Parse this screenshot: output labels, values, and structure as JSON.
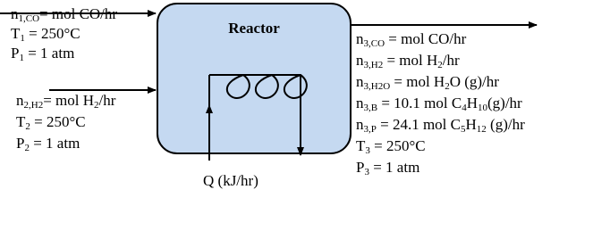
{
  "reactor": {
    "label": "Reactor"
  },
  "heat": {
    "label": "Q (kJ/hr)"
  },
  "stream1": {
    "flow": {
      "var": "n",
      "sub": "1,CO",
      "text": "= mol CO/hr"
    },
    "temp": {
      "var": "T",
      "sub": "1",
      "text": " = 250°C"
    },
    "pres": {
      "var": "P",
      "sub": "1",
      "text": " = 1 atm"
    }
  },
  "stream2": {
    "flow": {
      "var": "n",
      "sub": "2,H2",
      "text": "= mol H",
      "sub2": "2",
      "text2": "/hr"
    },
    "temp": {
      "var": "T",
      "sub": "2",
      "text": " = 250°C"
    },
    "pres": {
      "var": "P",
      "sub": "2",
      "text": " = 1 atm"
    }
  },
  "stream3": {
    "co": {
      "var": "n",
      "sub": "3,CO",
      "text": " = mol CO/hr"
    },
    "h2": {
      "var": "n",
      "sub": "3,H2",
      "text": " = mol H",
      "sub2": "2",
      "text2": "/hr"
    },
    "h2o": {
      "var": "n",
      "sub": "3,H2O",
      "text": " = mol H",
      "sub2": "2",
      "text2": "O (g)/hr"
    },
    "b": {
      "var": "n",
      "sub": "3,B",
      "text": " = 10.1 mol C",
      "sub2": "4",
      "text2": "H",
      "sub3": "10",
      "text3": "(g)/hr"
    },
    "p": {
      "var": "n",
      "sub": "3,P",
      "text": " = 24.1 mol C",
      "sub2": "5",
      "text2": "H",
      "sub3": "12",
      "text3": " (g)/hr"
    },
    "temp": {
      "var": "T",
      "sub": "3",
      "text": " = 250°C"
    },
    "pres": {
      "var": "P",
      "sub": "3",
      "text": " = 1 atm"
    }
  },
  "colors": {
    "reactor_fill": "#c5d9f1",
    "stroke": "#000000"
  }
}
